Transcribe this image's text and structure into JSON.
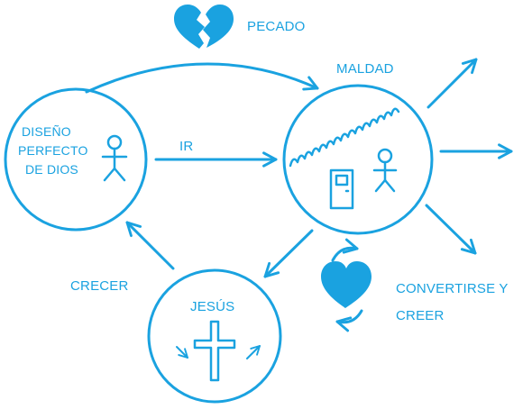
{
  "diagram": {
    "accent_color": "#1aa2e0",
    "labels": {
      "sin": "PECADO",
      "evil": "MALDAD",
      "god_design_lines": [
        "DISEÑO",
        "PERFECTO",
        "DE DIOS"
      ],
      "go": "IR",
      "grow": "CRECER",
      "jesus": "JESÚS",
      "convert_lines": [
        "CONVERTIRSE Y",
        "CREER"
      ]
    },
    "icons": {
      "sin": "broken-heart-icon",
      "convert": "heart-with-cycle-arrows-icon",
      "god_design_person": "stick-figure-icon",
      "evil_person": "stick-figure-icon",
      "evil_door": "door-icon",
      "evil_wave": "zigzag-wave-icon",
      "jesus_cross": "cross-icon"
    }
  }
}
